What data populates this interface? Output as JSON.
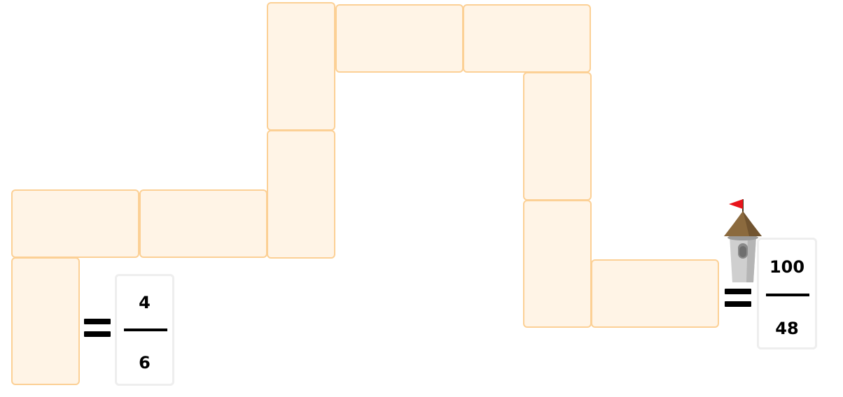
{
  "start_fraction": {
    "numerator": "4",
    "denominator": "6"
  },
  "goal_fraction": {
    "numerator": "100",
    "denominator": "48"
  },
  "path_slots": [
    {
      "orientation": "vertical"
    },
    {
      "orientation": "horizontal"
    },
    {
      "orientation": "horizontal"
    },
    {
      "orientation": "vertical"
    },
    {
      "orientation": "vertical"
    },
    {
      "orientation": "horizontal"
    },
    {
      "orientation": "horizontal"
    },
    {
      "orientation": "vertical"
    },
    {
      "orientation": "vertical"
    },
    {
      "orientation": "horizontal"
    }
  ],
  "icons": {
    "goal": "castle-tower-icon",
    "equals": "equals-icon"
  },
  "colors": {
    "slot_fill": "#fff4e6",
    "slot_border": "#fcd095",
    "flag": "#e8141b",
    "roof": "#8b6a3e",
    "tower": "#cfcfcf"
  }
}
